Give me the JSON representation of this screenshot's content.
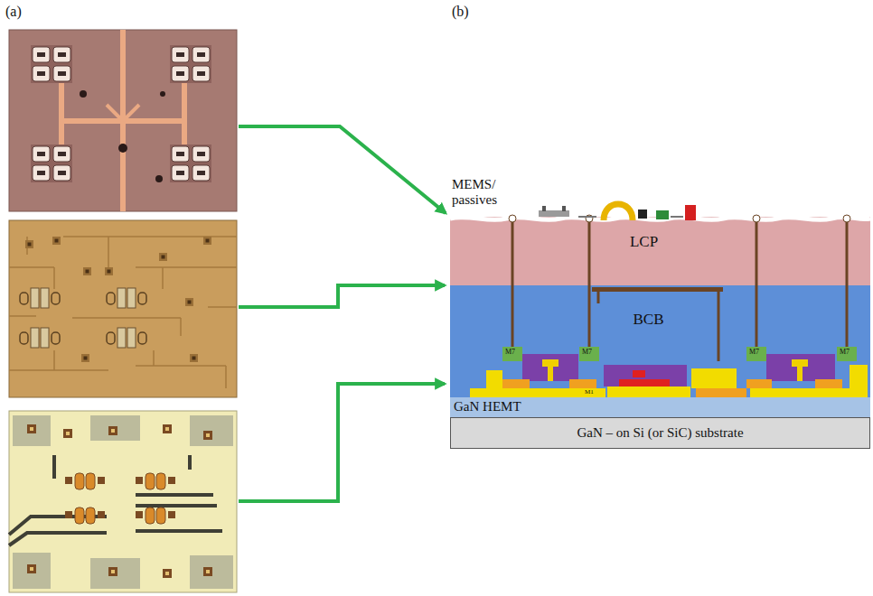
{
  "diagram": {
    "nodes": [
      {
        "text": [
          "LCP"
        ]
      },
      {
        "text": [
          "BCB"
        ]
      },
      {
        "text": [
          "GaN HEMT"
        ]
      },
      {
        "text": [
          "GaN – on Si (or SiC) substrate"
        ]
      }
    ],
    "labels": [
      "(a)",
      "(b)",
      "MEMS/ passives",
      "M7",
      "M7",
      "M7",
      "M7",
      "M1"
    ]
  }
}
